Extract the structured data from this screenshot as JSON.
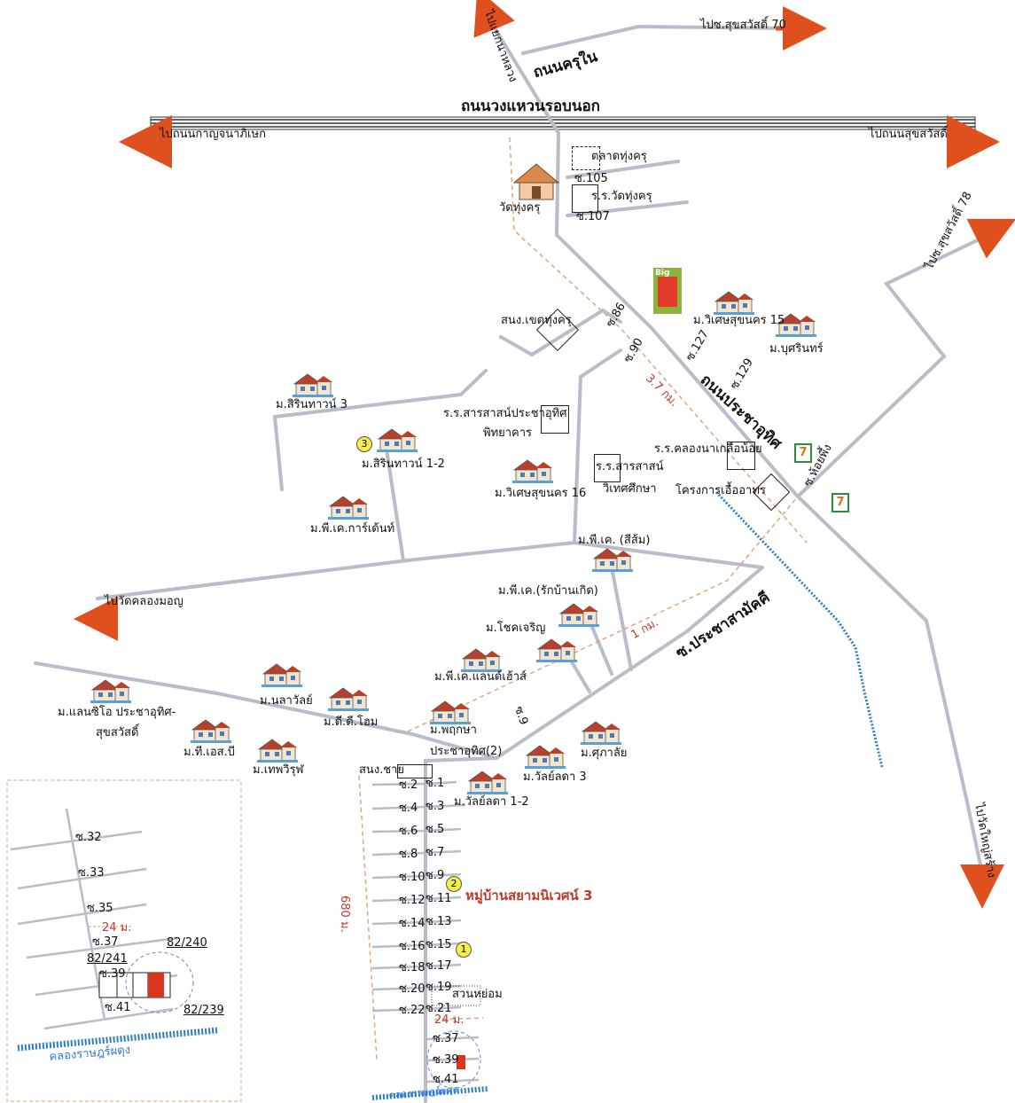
{
  "roads": {
    "outer_ring": "ถนนวงแหวนรอบนอก",
    "to_kanchanaphisek": "ไปถนนกาญจนาภิเษก",
    "to_sukhumvit_road": "ไปถนนสุขสวัสดิ์",
    "khru_nai": "ถนนครุใน",
    "to_sukhumvit70": "ไปซ.สุขสวัสดิ์ 70",
    "to_yaek_nanglong": "ไปแยกนาหลวง",
    "to_sukhumvit78": "ไปซ.สุขสวัสดิ์ 78",
    "pracha_uthit": "ถนนประชาอุทิศ",
    "soi_hoi_phueng": "ซ.ห้อยพึ้ง",
    "pracha_samakkhi": "ซ.ประชาสามัคคี",
    "to_wat_khlong_mon": "ไปวัดคลองมอญ",
    "to_wat_sai_rang": "ไปวัดใหญ่สร้าง"
  },
  "sois": {
    "s105": "ซ.105",
    "s107": "ซ.107",
    "s86": "ซ.86",
    "s90": "ซ.90",
    "s127": "ซ.127",
    "s129": "ซ.129",
    "s9": "ซ.9",
    "left": [
      "ซ.2",
      "ซ.4",
      "ซ.6",
      "ซ.8",
      "ซ.10",
      "ซ.12",
      "ซ.14",
      "ซ.16",
      "ซ.18",
      "ซ.20",
      "ซ.22"
    ],
    "right": [
      "ซ.1",
      "ซ.3",
      "ซ.5",
      "ซ.7",
      "ซ.9",
      "ซ.11",
      "ซ.13",
      "ซ.15",
      "ซ.17",
      "ซ.19",
      "ซ.21"
    ],
    "end": [
      "ซ.37",
      "ซ.39",
      "ซ.41"
    ],
    "inset": [
      "ซ.32",
      "ซ.33",
      "ซ.35",
      "ซ.37",
      "ซ.39",
      "ซ.41"
    ]
  },
  "places": {
    "talat_thung_khru": "ตลาดทุ่งครุ",
    "school_wat_thung_khru": "ร.ร.วัดทุ่งครุ",
    "wat_thung_khru": "วัดทุ่งครุ",
    "district_office": "สนง.เขตทุ่งครุ",
    "school_sarasas_1": "ร.ร.สารสาสน์ประชาอุทิศ",
    "school_sarasas_1b": "พิทยาคาร",
    "school_sarasas_2": "ร.ร.สารสาสน์",
    "school_sarasas_2b": "วิเทศศึกษา",
    "school_khlong_na": "ร.ร.คลองนาเกลือน้อย",
    "project_ua": "โครงการเอื้ออาทร",
    "office_chaiya": "สนง.ชาย",
    "garden": "สวนหย่อม",
    "canal": "คลองราษฎร์ผดุง"
  },
  "villages": {
    "wisetsuk15": "ม.วิเศษสุขนคร 15",
    "busarin": "ม.บุศรินทร์",
    "sirin3": "ม.สิรินทาวน์ 3",
    "sirin12": "ม.สิรินทาวน์ 1-2",
    "wisetsuk16": "ม.วิเศษสุขนคร 16",
    "pk_garden": "ม.พี.เค.การ์เด้นท์",
    "pk_orange": "ม.พี.เค. (สีส้ม)",
    "pk_rak": "ม.พี.เค.(รักบ้านเกิด)",
    "chokcharoen": "ม.โชคเจริญ",
    "pk_land": "ม.พี.เค.แลนด์เฮ้าส์",
    "landsiho": "ม.แลนซิโอ ประชาอุทิศ-",
    "landsiho2": "สุขสวัสดิ์",
    "nalawan": "ม.นลาวัลย์",
    "dd_home": "ม.ดี.ดี.โฮม",
    "ts_b": "ม.ที.เอส.บี",
    "phruksa": "ม.พฤกษา",
    "phruksa2": "ประชาอุทิศ(2)",
    "thepwirun": "ม.เทพวิรุฬ",
    "supalai": "ม.ศุภาลัย",
    "wanlada3": "ม.วัลย์ลดา 3",
    "wanlada12": "ม.วัลย์ลดา 1-2",
    "siam3": "หมู่บ้านสยามนิเวศน์ 3"
  },
  "distances": {
    "d37": "3.7 กม.",
    "d1": "1 กม.",
    "d680": "680 ม.",
    "d24": "24 ม.",
    "d24b": "24 ม."
  },
  "numbers": {
    "n1": "1",
    "n2": "2",
    "n3": "3"
  },
  "plots": {
    "p240": "82/240",
    "p241": "82/241",
    "p239": "82/239"
  },
  "big_c": "Big",
  "seven": "7",
  "colors": {
    "road": "#b9bcc9",
    "ring": "#3a3a3a",
    "accent_red": "#c0392b",
    "canal": "#2b7bd6",
    "dash": "#e4a37a"
  }
}
